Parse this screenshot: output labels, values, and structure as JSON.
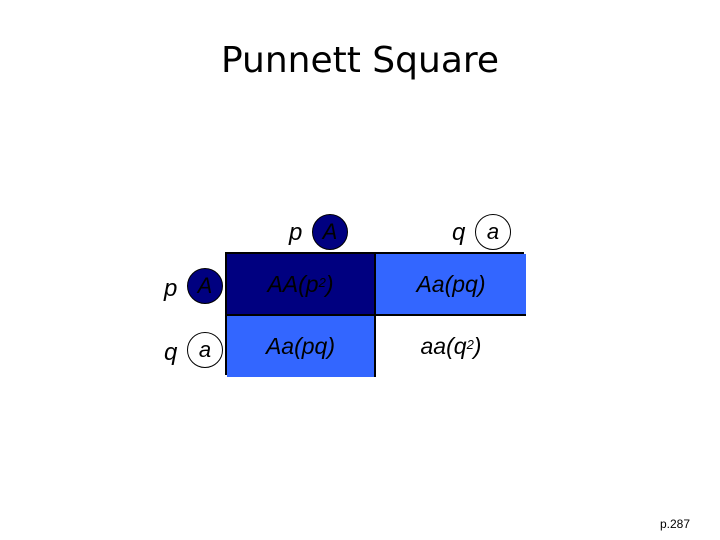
{
  "title": "Punnett Square",
  "colors": {
    "dominant_fill": "#000080",
    "heterozygous_fill": "#3366FF",
    "recessive_fill": "#FFFFFF",
    "border": "#000000"
  },
  "columns": [
    {
      "frequency": "p",
      "allele": "A",
      "style": "dominant"
    },
    {
      "frequency": "q",
      "allele": "a",
      "style": "recessive"
    }
  ],
  "rows": [
    {
      "frequency": "p",
      "allele": "A",
      "style": "dominant"
    },
    {
      "frequency": "q",
      "allele": "a",
      "style": "recessive"
    }
  ],
  "cells": [
    [
      {
        "genotype": "AA(p",
        "exp": "2",
        "close": ")",
        "fill": "#000080"
      },
      {
        "genotype": "Aa(pq)",
        "exp": "",
        "close": "",
        "fill": "#3366FF"
      }
    ],
    [
      {
        "genotype": "Aa(pq)",
        "exp": "",
        "close": "",
        "fill": "#3366FF"
      },
      {
        "genotype": "aa(q",
        "exp": "2",
        "close": ")",
        "fill": "#FFFFFF"
      }
    ]
  ],
  "footer": "p.287"
}
